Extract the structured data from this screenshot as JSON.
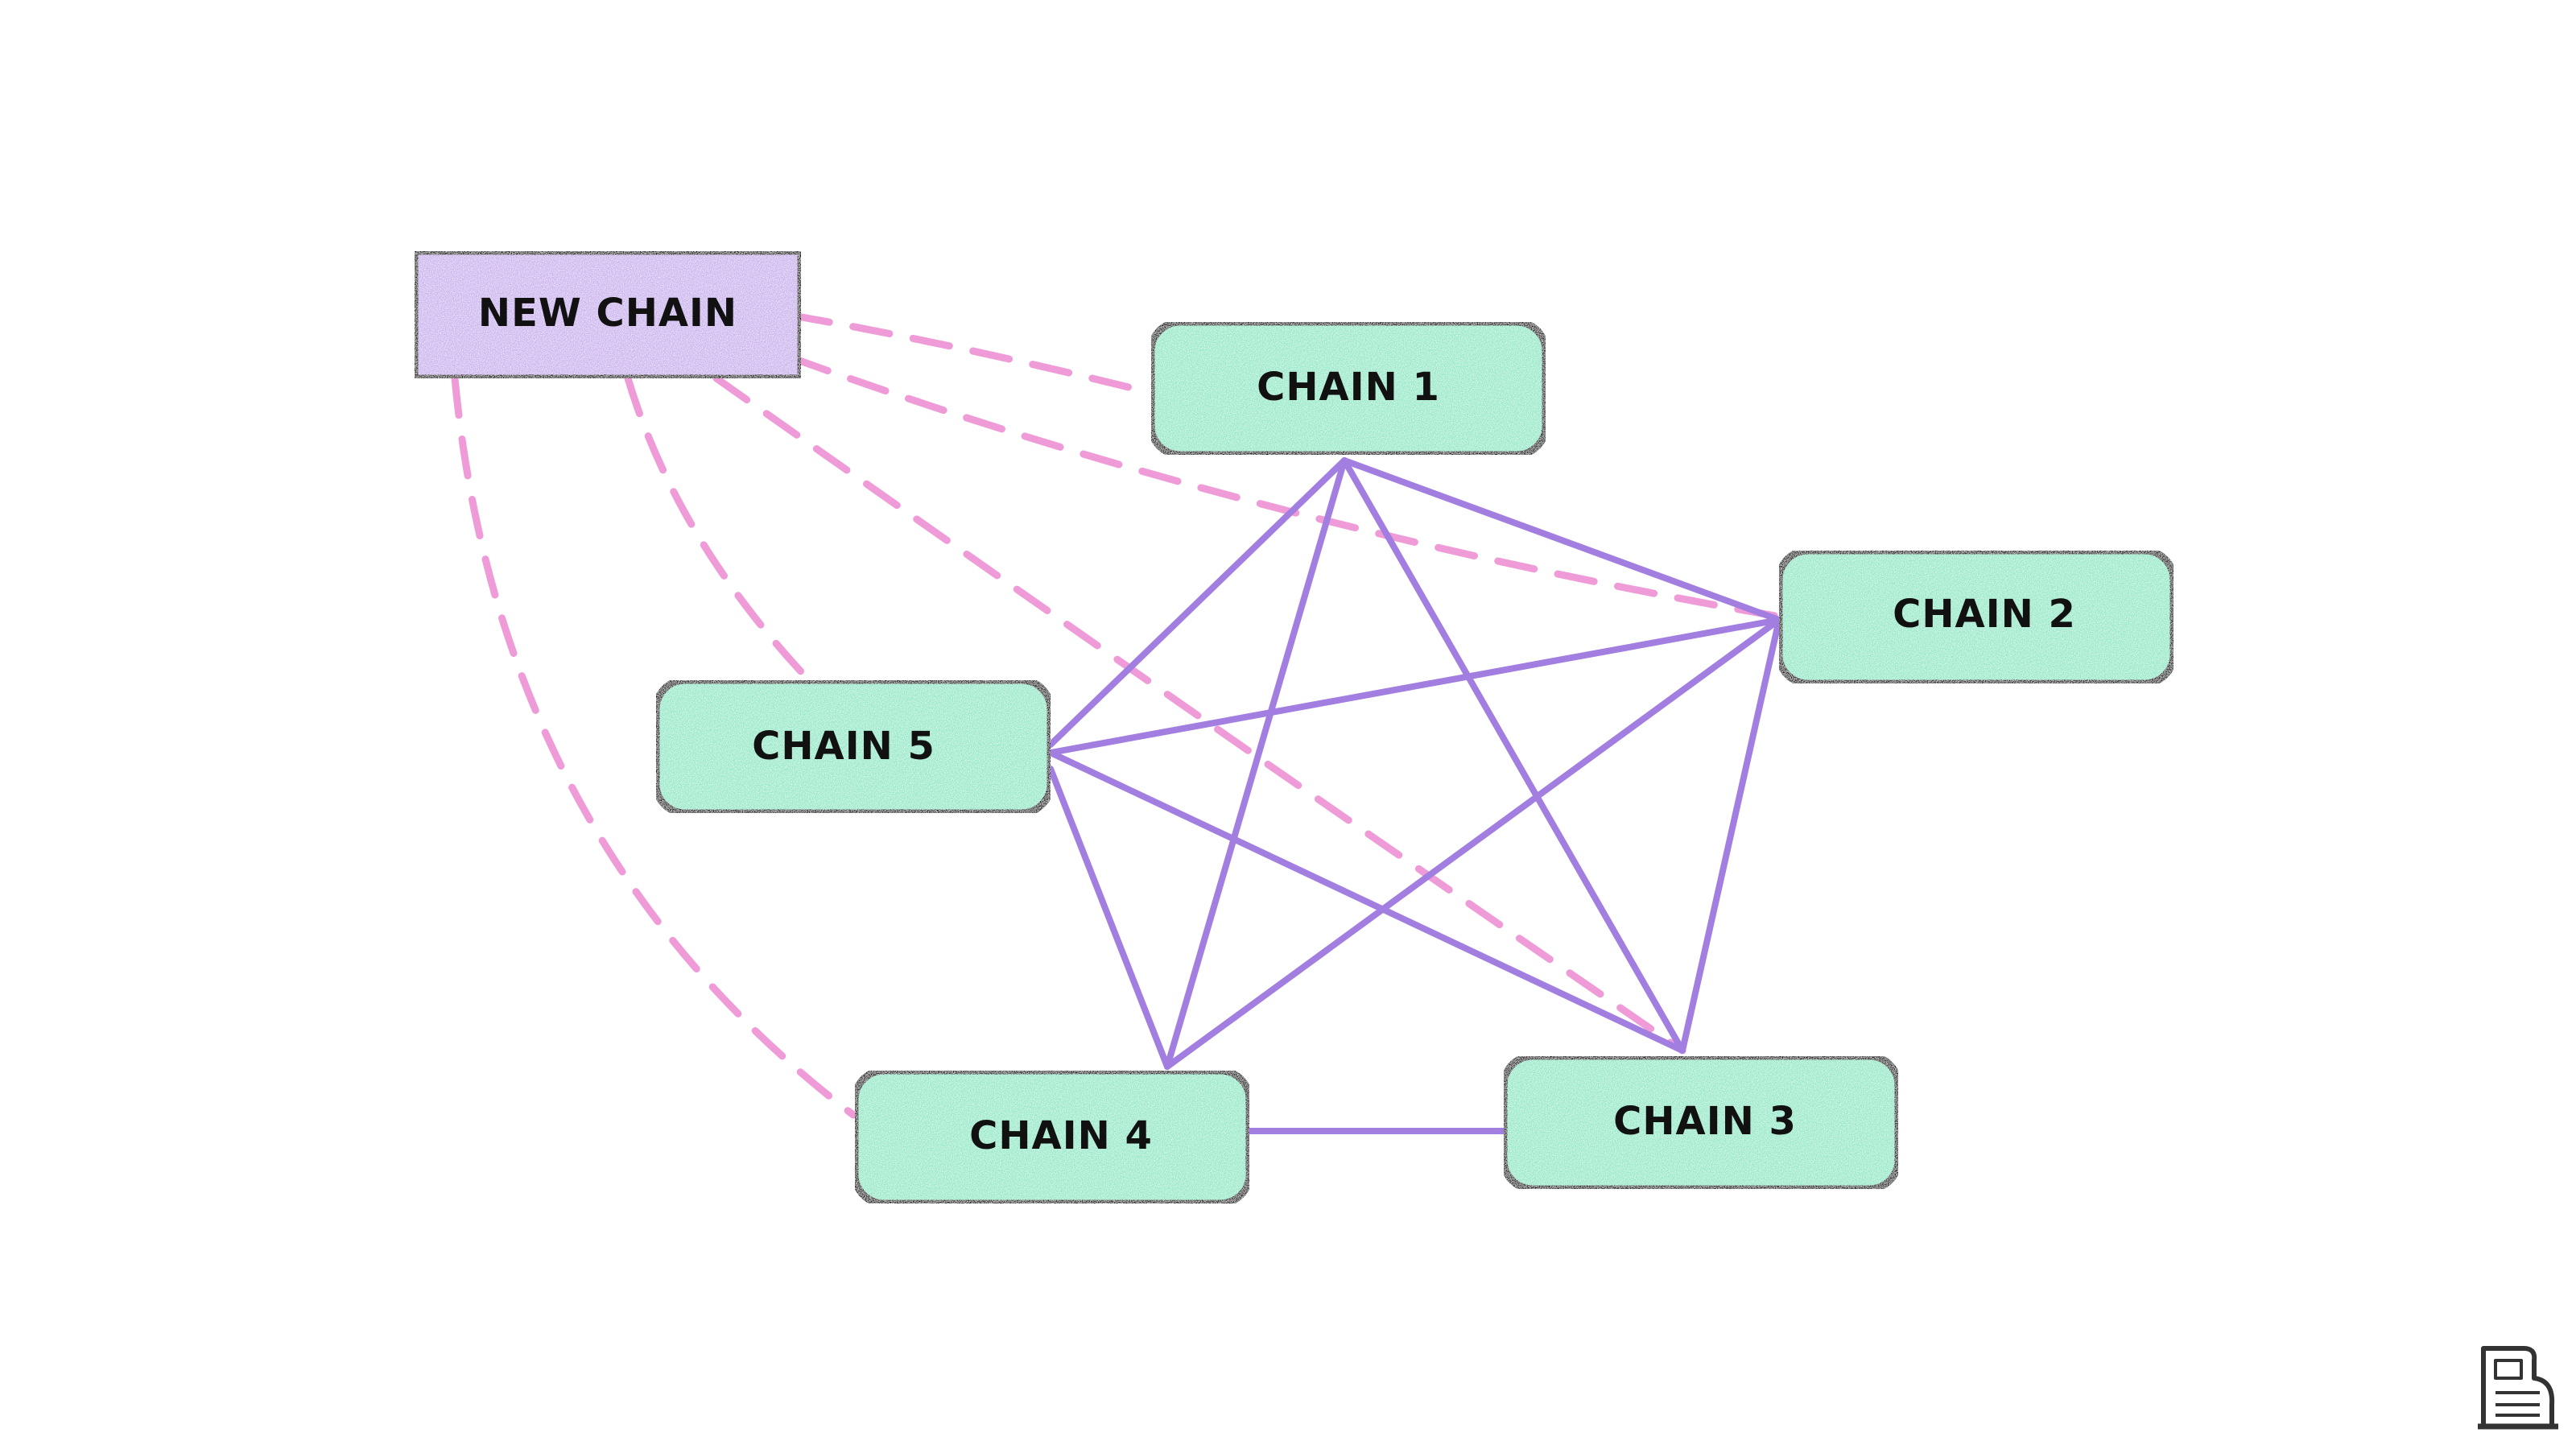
{
  "diagram": {
    "colors": {
      "background": "#ffffff",
      "chain_fill": "#8de8c6",
      "new_chain_fill": "#c9b0ee",
      "outline": "#111111",
      "existing_link": "#a27ee0",
      "new_link": "#ef9bd8"
    },
    "nodes": {
      "new_chain": "NEW CHAIN",
      "chain1": "CHAIN 1",
      "chain2": "CHAIN 2",
      "chain3": "CHAIN 3",
      "chain4": "CHAIN 4",
      "chain5": "CHAIN 5"
    },
    "logo_icon": "publisher-logo-icon"
  }
}
